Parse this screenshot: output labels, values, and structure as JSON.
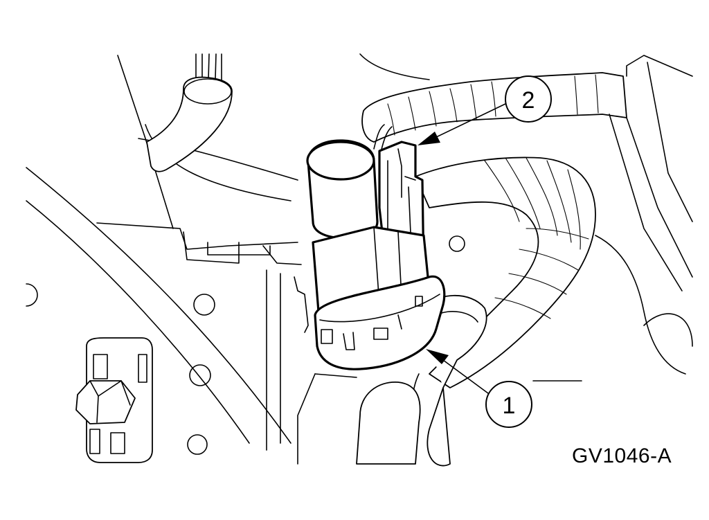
{
  "figure": {
    "id_label": "GV1046-A",
    "callouts": [
      {
        "number": "1",
        "target": "electrical-connector-lower"
      },
      {
        "number": "2",
        "target": "connector-locking-tab"
      }
    ]
  },
  "colors": {
    "line": "#000000",
    "background": "#ffffff"
  }
}
